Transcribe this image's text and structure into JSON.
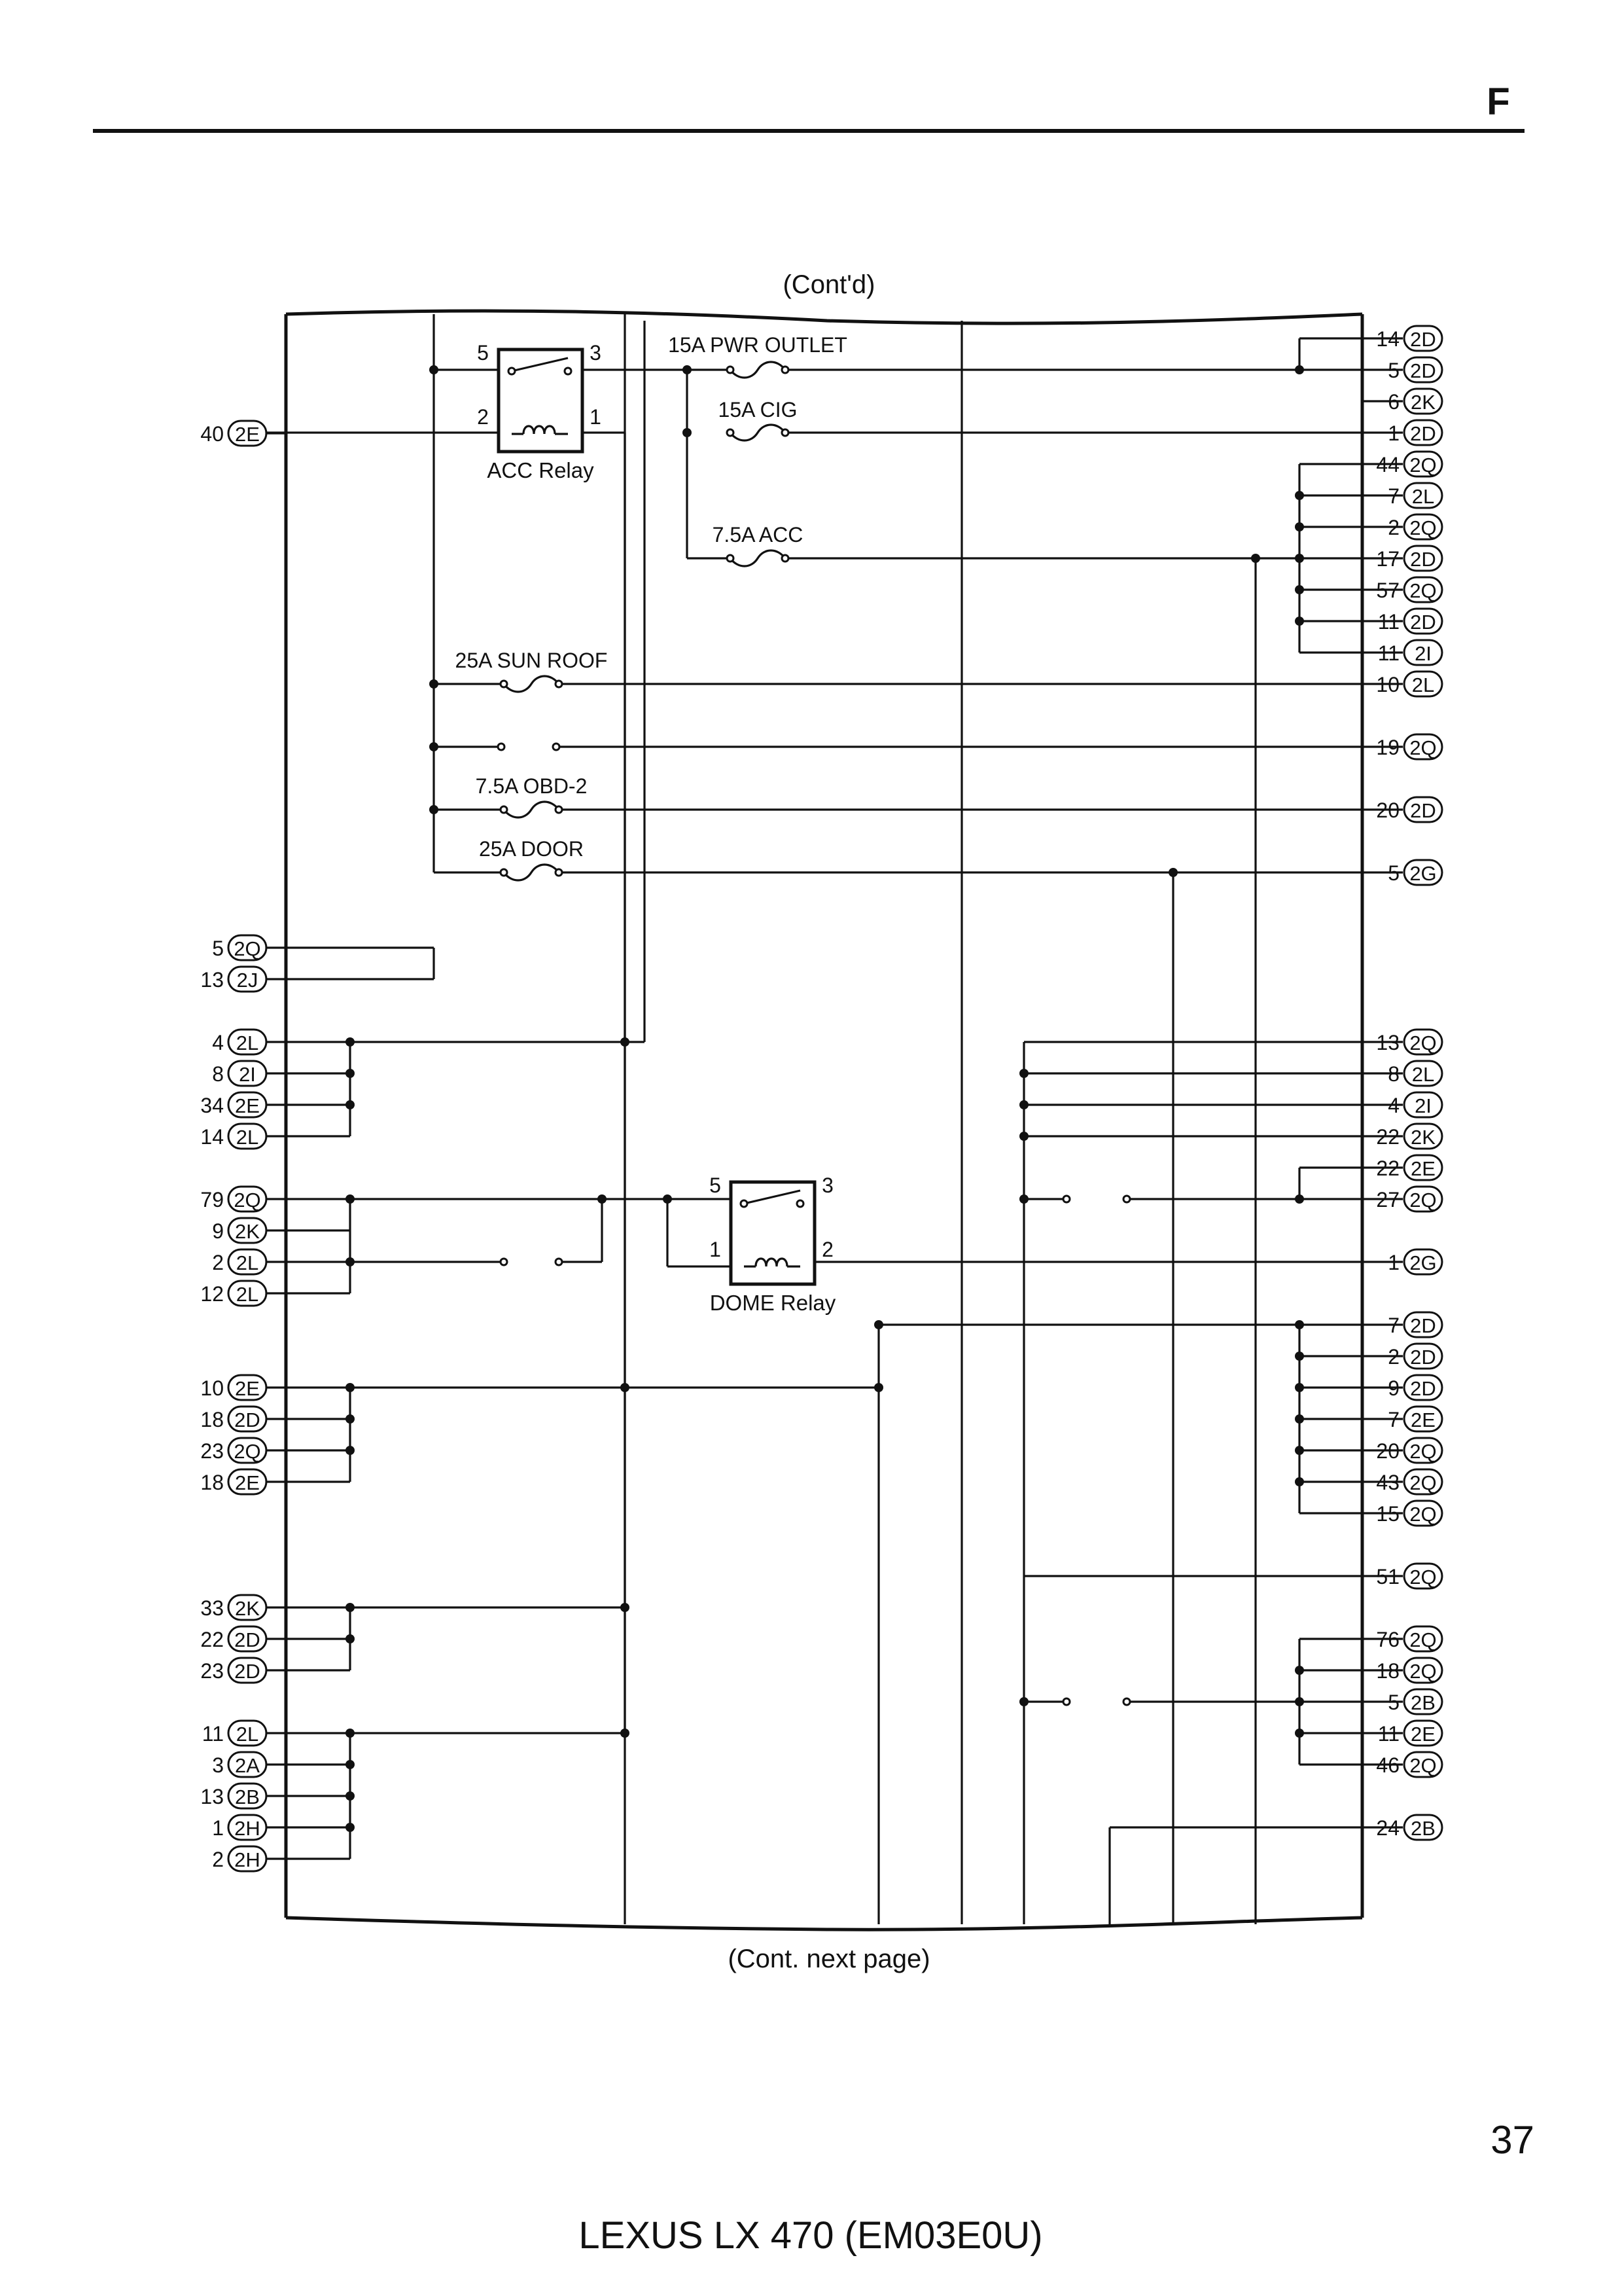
{
  "header": {
    "section_letter": "F"
  },
  "diagram": {
    "top_caption": "(Cont'd)",
    "bottom_caption": "(Cont. next page)",
    "relays": [
      {
        "id": "acc",
        "name": "ACC Relay",
        "pins": [
          "5",
          "3",
          "2",
          "1"
        ]
      },
      {
        "id": "dome",
        "name": "DOME Relay",
        "pins": [
          "5",
          "3",
          "1",
          "2"
        ]
      }
    ],
    "fuses": [
      {
        "id": "pwr_outlet",
        "label": "15A PWR OUTLET"
      },
      {
        "id": "cig",
        "label": "15A CIG"
      },
      {
        "id": "acc",
        "label": "7.5A ACC"
      },
      {
        "id": "sunroof",
        "label": "25A SUN ROOF"
      },
      {
        "id": "obd2",
        "label": "7.5A OBD-2"
      },
      {
        "id": "door",
        "label": "25A DOOR"
      }
    ],
    "left_terminals": [
      {
        "pin": "40",
        "connector": "2E"
      },
      {
        "pin": "5",
        "connector": "2Q"
      },
      {
        "pin": "13",
        "connector": "2J"
      },
      {
        "pin": "4",
        "connector": "2L"
      },
      {
        "pin": "8",
        "connector": "2I"
      },
      {
        "pin": "34",
        "connector": "2E"
      },
      {
        "pin": "14",
        "connector": "2L"
      },
      {
        "pin": "79",
        "connector": "2Q"
      },
      {
        "pin": "9",
        "connector": "2K"
      },
      {
        "pin": "2",
        "connector": "2L"
      },
      {
        "pin": "12",
        "connector": "2L"
      },
      {
        "pin": "10",
        "connector": "2E"
      },
      {
        "pin": "18",
        "connector": "2D"
      },
      {
        "pin": "23",
        "connector": "2Q"
      },
      {
        "pin": "18",
        "connector": "2E"
      },
      {
        "pin": "33",
        "connector": "2K"
      },
      {
        "pin": "22",
        "connector": "2D"
      },
      {
        "pin": "23",
        "connector": "2D"
      },
      {
        "pin": "11",
        "connector": "2L"
      },
      {
        "pin": "3",
        "connector": "2A"
      },
      {
        "pin": "13",
        "connector": "2B"
      },
      {
        "pin": "1",
        "connector": "2H"
      },
      {
        "pin": "2",
        "connector": "2H"
      }
    ],
    "right_terminals": [
      {
        "pin": "14",
        "connector": "2D"
      },
      {
        "pin": "5",
        "connector": "2D"
      },
      {
        "pin": "6",
        "connector": "2K"
      },
      {
        "pin": "1",
        "connector": "2D"
      },
      {
        "pin": "44",
        "connector": "2Q"
      },
      {
        "pin": "7",
        "connector": "2L"
      },
      {
        "pin": "2",
        "connector": "2Q"
      },
      {
        "pin": "17",
        "connector": "2D"
      },
      {
        "pin": "57",
        "connector": "2Q"
      },
      {
        "pin": "11",
        "connector": "2D"
      },
      {
        "pin": "11",
        "connector": "2I"
      },
      {
        "pin": "10",
        "connector": "2L"
      },
      {
        "pin": "19",
        "connector": "2Q"
      },
      {
        "pin": "20",
        "connector": "2D"
      },
      {
        "pin": "5",
        "connector": "2G"
      },
      {
        "pin": "13",
        "connector": "2Q"
      },
      {
        "pin": "8",
        "connector": "2L"
      },
      {
        "pin": "4",
        "connector": "2I"
      },
      {
        "pin": "22",
        "connector": "2K"
      },
      {
        "pin": "22",
        "connector": "2E"
      },
      {
        "pin": "27",
        "connector": "2Q"
      },
      {
        "pin": "1",
        "connector": "2G"
      },
      {
        "pin": "7",
        "connector": "2D"
      },
      {
        "pin": "2",
        "connector": "2D"
      },
      {
        "pin": "9",
        "connector": "2D"
      },
      {
        "pin": "7",
        "connector": "2E"
      },
      {
        "pin": "20",
        "connector": "2Q"
      },
      {
        "pin": "43",
        "connector": "2Q"
      },
      {
        "pin": "15",
        "connector": "2Q"
      },
      {
        "pin": "51",
        "connector": "2Q"
      },
      {
        "pin": "76",
        "connector": "2Q"
      },
      {
        "pin": "18",
        "connector": "2Q"
      },
      {
        "pin": "5",
        "connector": "2B"
      },
      {
        "pin": "11",
        "connector": "2E"
      },
      {
        "pin": "46",
        "connector": "2Q"
      },
      {
        "pin": "24",
        "connector": "2B"
      }
    ]
  },
  "footer": {
    "page_number": "37",
    "model": "LEXUS LX 470 (EM03E0U)"
  }
}
